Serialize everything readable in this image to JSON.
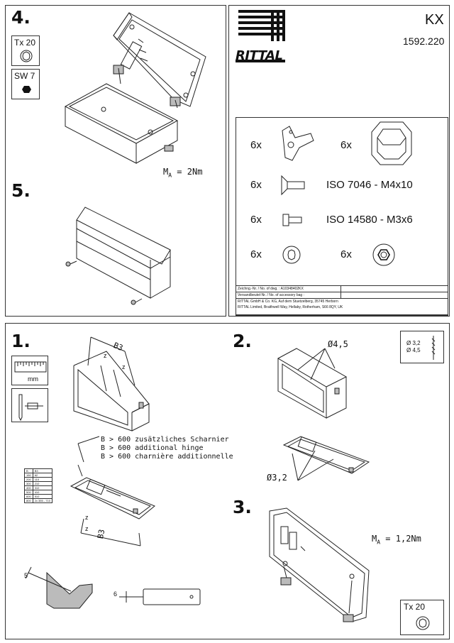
{
  "header": {
    "brand": "RITTAL",
    "product_code": "KX",
    "part_number": "1592.220"
  },
  "steps": {
    "s1": "1.",
    "s2": "2.",
    "s3": "3.",
    "s4": "4.",
    "s5": "5."
  },
  "tools": {
    "tx20_top": "Tx 20",
    "sw7": "SW 7",
    "mm": "mm",
    "drill1": "Ø 3,2",
    "drill2": "Ø 4,5",
    "tx20_bottom": "Tx 20"
  },
  "torque": {
    "step4": "M",
    "step4_sub": "A",
    "step4_val": "= 2Nm",
    "step3": "M",
    "step3_sub": "A",
    "step3_val": "= 1,2Nm"
  },
  "bag_contents": [
    {
      "qty": "6x",
      "item": "hinge-half"
    },
    {
      "qty": "6x",
      "item": "hinge-cover"
    },
    {
      "qty": "6x",
      "item": "countersunk-screw",
      "norm": "ISO 7046 - M4x10"
    },
    {
      "qty": "6x",
      "item": "cylinder-screw",
      "norm": "ISO 14580 - M3x6"
    },
    {
      "qty": "6x",
      "item": "torx-washer"
    },
    {
      "qty": "6x",
      "item": "hex-nut"
    }
  ],
  "drawing_info": {
    "line1": "Zeichng.-Nr. / No. of dwg. : A10348402KX",
    "line2": "Versandbeutel-Nr. / No. of accessory bag :",
    "line3": "RITTAL GmbH & Co. KG, Auf dem Stuetzelberg, 35745 Herborn",
    "line4": "RITTAL Limited, Braithwell Way, Hellaby, Rotherham, S66 8QY, UK"
  },
  "hinge_note": {
    "de": "B > 600 zusätzliches Scharnier",
    "en": "B > 600 additional hinge",
    "fr": "B > 600 charnière additionnelle"
  },
  "dims": {
    "b3": "B3",
    "d45": "Ø4,5",
    "d32": "Ø3,2",
    "z": "z",
    "five": "5",
    "six": "6"
  },
  "table": {
    "headers": [
      "B",
      "B3"
    ],
    "rows": [
      [
        "150",
        "62"
      ],
      [
        "200",
        "110"
      ],
      [
        "300",
        "210"
      ],
      [
        "400",
        "310"
      ],
      [
        "500",
        "410"
      ],
      [
        "600",
        "510"
      ],
      [
        "800",
        "2x 355 - 710"
      ]
    ]
  }
}
